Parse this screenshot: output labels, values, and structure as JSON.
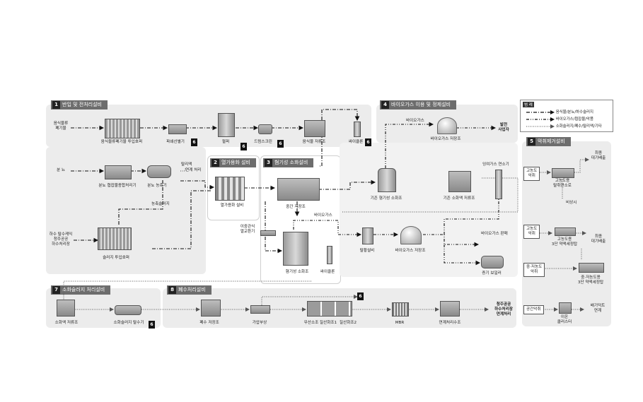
{
  "legend": {
    "title": "범 례",
    "items": [
      "음식물/분뇨/하수슬러지",
      "바이오가스/협잡물/악품",
      "소화슬러지/폐수/탈리액/기타"
    ]
  },
  "sections": {
    "s1": {
      "num": "1",
      "title": "반입 및 전처리설비"
    },
    "s2": {
      "num": "2",
      "title": "열가용화 설비"
    },
    "s3": {
      "num": "3",
      "title": "혐기성 소화설비"
    },
    "s4": {
      "num": "4",
      "title": "바이오가스 이용 및 정제설비"
    },
    "s5": {
      "num": "5",
      "title": "악취제거설비"
    },
    "s7": {
      "num": "7",
      "title": "소화슬러지 처리설비"
    },
    "s8": {
      "num": "8",
      "title": "폐수처리설비"
    }
  },
  "labels": {
    "food_waste": "음식물류\n폐기물",
    "food_hopper": "음식물류폐기물 투입호퍼",
    "crusher": "파쇄선별기",
    "pulper": "펄퍼",
    "drum_screen": "드럼스크린",
    "food_storage": "음식물 저류조",
    "cyclone_top": "싸이클론",
    "manure": "분      뇨",
    "manure_proc": "분뇨 협잡물종합처리기",
    "manure_thick": "분뇨 농축기",
    "desorb": "탈리액",
    "link_treat": "연계 처리",
    "thickened_sludge": "농축슬러지",
    "sewage_sludge": "하수 탈수케익\n청주공공\n하수처리장",
    "sludge_hopper": "슬러지 투입호퍼",
    "thermal_equip": "열가용화 설비",
    "mid_storage": "중간 저장조",
    "double_hx": "이중관식\n열교환기",
    "anaerobic": "혐기성 소화조",
    "biogas_mid": "바이오가스",
    "cyclone_mid": "싸이클론",
    "existing_digester": "기존 혐기성 소화조",
    "existing_liquid": "기존 소화액 저류조",
    "biogas_top": "바이오가스",
    "biogas_storage_top": "바이오가스 저장조",
    "power_gen": "발전\n사업자",
    "desulfur": "탈황설비",
    "biogas_storage": "바이오가스 저장조",
    "biogas_sale": "바이오가스 판매",
    "surplus_stack": "잉여가스 연소기",
    "steam_boiler": "증기 보일러",
    "digest_liquid": "소화액 저류조",
    "digest_dewater": "소화슬러지 탈수기",
    "waste_storage": "폐수 저장조",
    "dissolved_air": "가압부상",
    "anoxic": "무산소조",
    "nitri1": "질산화조1",
    "nitri2": "질산화조2",
    "mbr": "MBR",
    "link_tank": "연계처리수조",
    "cheongju_out": "청주공공\n하수처리장\n연계처리",
    "high_odor": "고농도\n악취",
    "high_odor_proc": "고농도용\n탈취연소로",
    "final_exhaust1": "최종\n대기배출",
    "emergency": "비상시",
    "high_odor2": "고농도\n악취",
    "high_wash": "고농도용\n3단 약액세정탑",
    "final_exhaust2": "최종\n대기배출",
    "mid_low_odor": "중·저농도\n악취",
    "mid_low_wash": "중·저농도용\n3단 약액세정탑",
    "indoor_odor": "공간악취",
    "ion_cluster": "이온\n클러스터",
    "indoor_link": "배기덕트\n연계",
    "badge": "6"
  }
}
